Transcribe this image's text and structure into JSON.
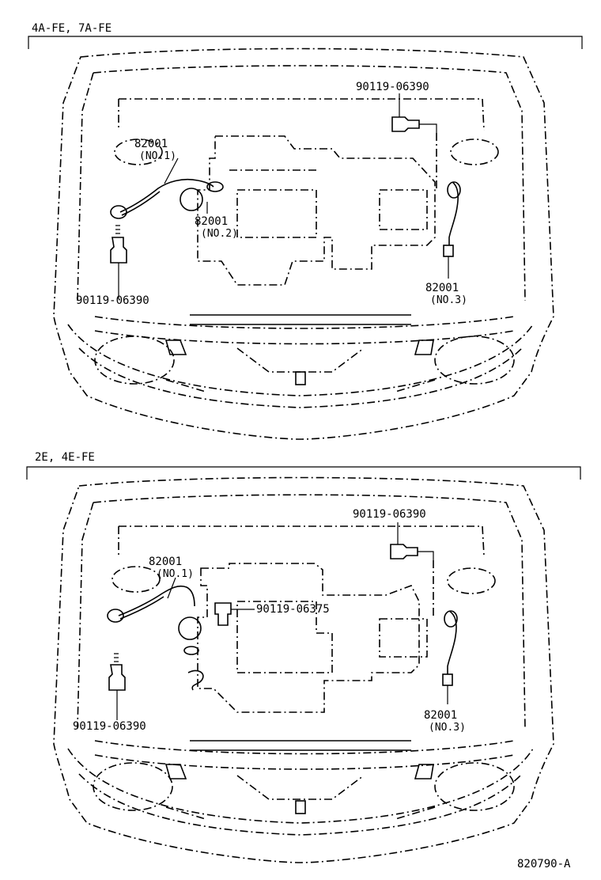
{
  "sections": [
    {
      "header": "4A-FE, 7A-FE",
      "labels": {
        "bolt_top": "90119-06390",
        "wire1_part": "82001",
        "wire1_no": "(NO.1)",
        "wire2_part": "82001",
        "wire2_no": "(NO.2)",
        "bolt_left": "90119-06390",
        "wire3_part": "82001",
        "wire3_no": "(NO.3)"
      }
    },
    {
      "header": "2E, 4E-FE",
      "labels": {
        "bolt_top": "90119-06390",
        "wire1_part": "82001",
        "wire1_no": "(NO.1)",
        "bolt_center": "90119-06375",
        "bolt_left": "90119-06390",
        "wire3_part": "82001",
        "wire3_no": "(NO.3)"
      }
    }
  ],
  "figure_id": "820790-A"
}
